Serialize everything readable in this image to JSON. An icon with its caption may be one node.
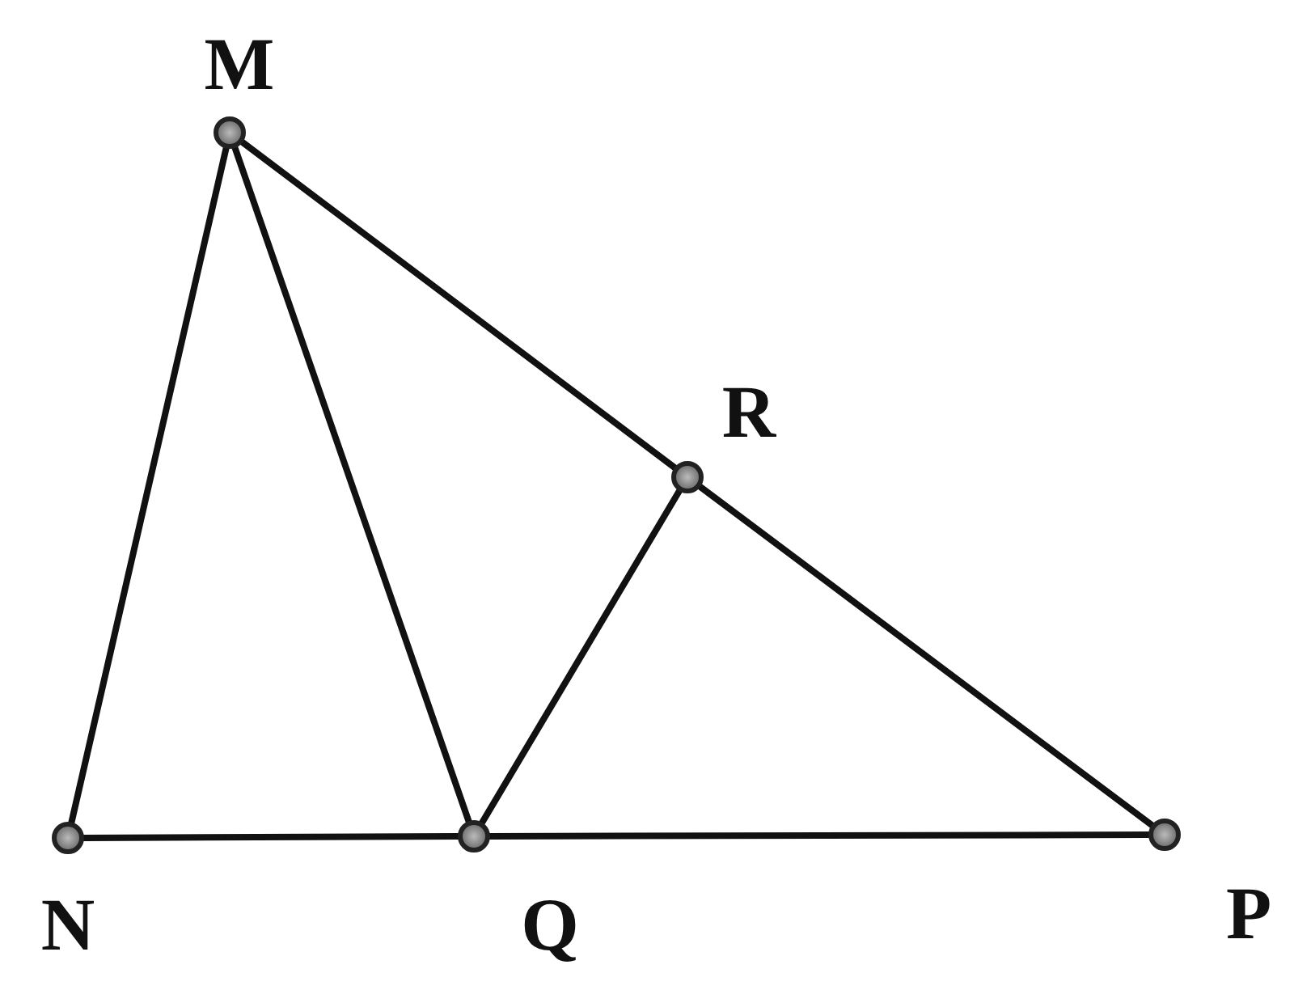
{
  "diagram": {
    "nodes": [
      {
        "text": [],
        "shape": "circle",
        "beside": [
          "N"
        ]
      },
      {
        "text": [],
        "shape": "circle",
        "beside": [
          "M"
        ]
      },
      {
        "text": [],
        "shape": "circle",
        "beside": [
          "Q"
        ]
      },
      {
        "text": [],
        "shape": "circle",
        "beside": [
          "R"
        ]
      },
      {
        "text": [],
        "shape": "circle",
        "beside": [
          "P"
        ]
      }
    ],
    "edges": [
      {
        "from": 0,
        "to": 1,
        "arrow": "none"
      },
      {
        "from": 1,
        "to": 2,
        "arrow": "none"
      },
      {
        "from": 1,
        "to": 3,
        "arrow": "none"
      },
      {
        "from": 3,
        "to": 4,
        "arrow": "none"
      },
      {
        "from": 0,
        "to": 2,
        "arrow": "none"
      },
      {
        "from": 2,
        "to": 4,
        "arrow": "none"
      },
      {
        "from": 2,
        "to": 3,
        "arrow": "none"
      }
    ]
  }
}
